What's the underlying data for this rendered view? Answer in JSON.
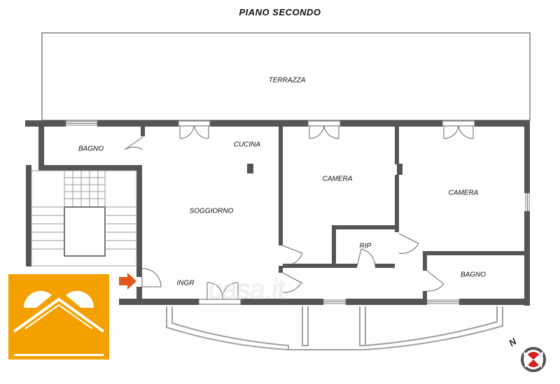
{
  "title": "PIANO  SECONDO",
  "rooms": {
    "terrazza": "TERRAZZA",
    "bagno_1": "BAGNO",
    "cucina": "CUCINA",
    "camera_1": "CAMERA",
    "camera_2": "CAMERA",
    "soggiorno": "SOGGIORNO",
    "rip": "RIP",
    "ingr": "INGR",
    "bagno_2": "BAGNO"
  },
  "watermark": "casa.it",
  "compass": {
    "letter": "N"
  },
  "colors": {
    "wall": "#555555",
    "outline": "#999999",
    "logo_bg": "#f4a100",
    "entry_arrow": "#e0581c",
    "compass_red": "#d42020"
  }
}
